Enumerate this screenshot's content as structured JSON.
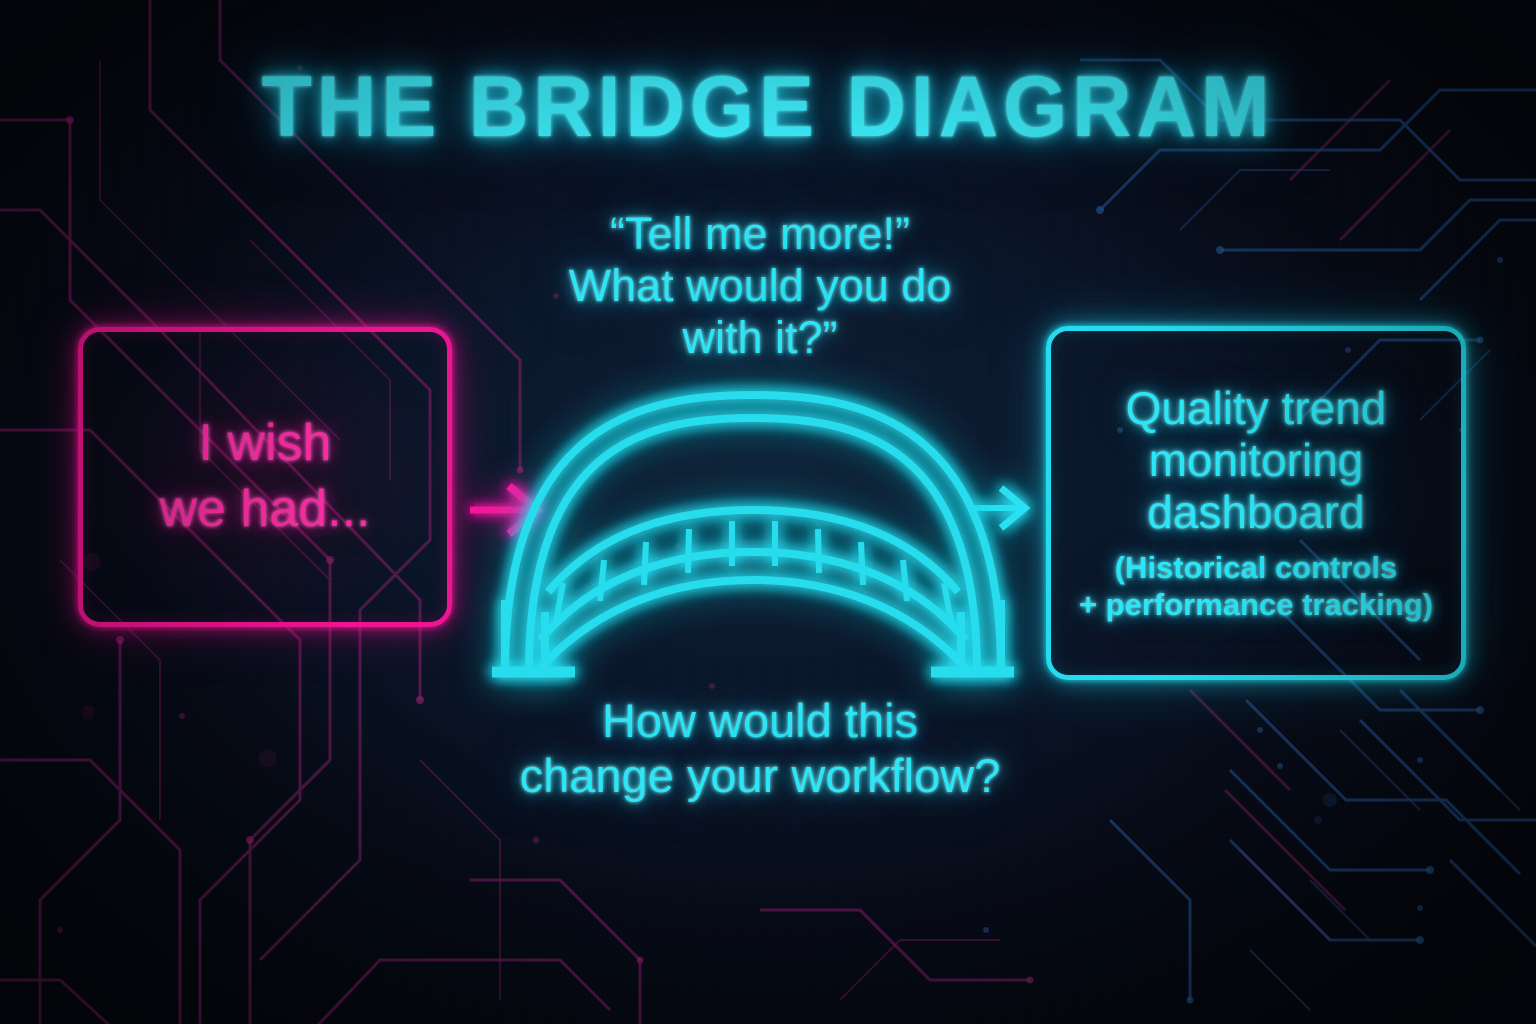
{
  "title": "THE BRIDGE DIAGRAM",
  "colors": {
    "background": "#060b18",
    "cyan": "#2ae6f6",
    "cyan_bright": "#3df2ff",
    "magenta": "#f92ba1",
    "magenta_border": "#ef1592",
    "cyan_border": "#24dced",
    "circuit_magenta": "#7a1c63",
    "circuit_blue": "#1d3f73"
  },
  "wish_box": {
    "text": "I wish\nwe had...",
    "border_color": "#ef1592"
  },
  "top_caption": {
    "text": "“Tell me more!”\nWhat would you do\nwith it?”"
  },
  "bottom_caption": {
    "text": "How would this\nchange your workflow?"
  },
  "outcome_box": {
    "main_text": "Quality trend\nmonitoring\ndashboard",
    "sub_text": "(Historical controls\n+ performance tracking)",
    "border_color": "#24dced"
  },
  "arrows": [
    {
      "name": "left-arrow",
      "color": "#ef1592",
      "direction": "right"
    },
    {
      "name": "right-arrow",
      "color": "#24dced",
      "direction": "right"
    }
  ],
  "bridge": {
    "name": "neon-bridge-illustration",
    "color": "#24dced",
    "baluster_count": 11,
    "arch_count": 2,
    "deck_arc_count": 2
  },
  "chart_data": {
    "type": "diagram",
    "title": "THE BRIDGE DIAGRAM",
    "layout": "left-node -> bridge(center) -> right-node",
    "nodes": [
      {
        "id": "problem",
        "label": "I wish we had...",
        "color": "#ef1592",
        "position": "left"
      },
      {
        "id": "bridge",
        "label": "bridge illustration",
        "color": "#24dced",
        "position": "center"
      },
      {
        "id": "solution",
        "label": "Quality trend monitoring dashboard (Historical controls + performance tracking)",
        "color": "#24dced",
        "position": "right"
      }
    ],
    "edges": [
      {
        "from": "problem",
        "to": "bridge",
        "color": "#ef1592"
      },
      {
        "from": "bridge",
        "to": "solution",
        "color": "#24dced"
      }
    ],
    "annotations": [
      {
        "position": "above-bridge",
        "text": "“Tell me more!” What would you do with it?”"
      },
      {
        "position": "below-bridge",
        "text": "How would this change your workflow?"
      }
    ]
  }
}
